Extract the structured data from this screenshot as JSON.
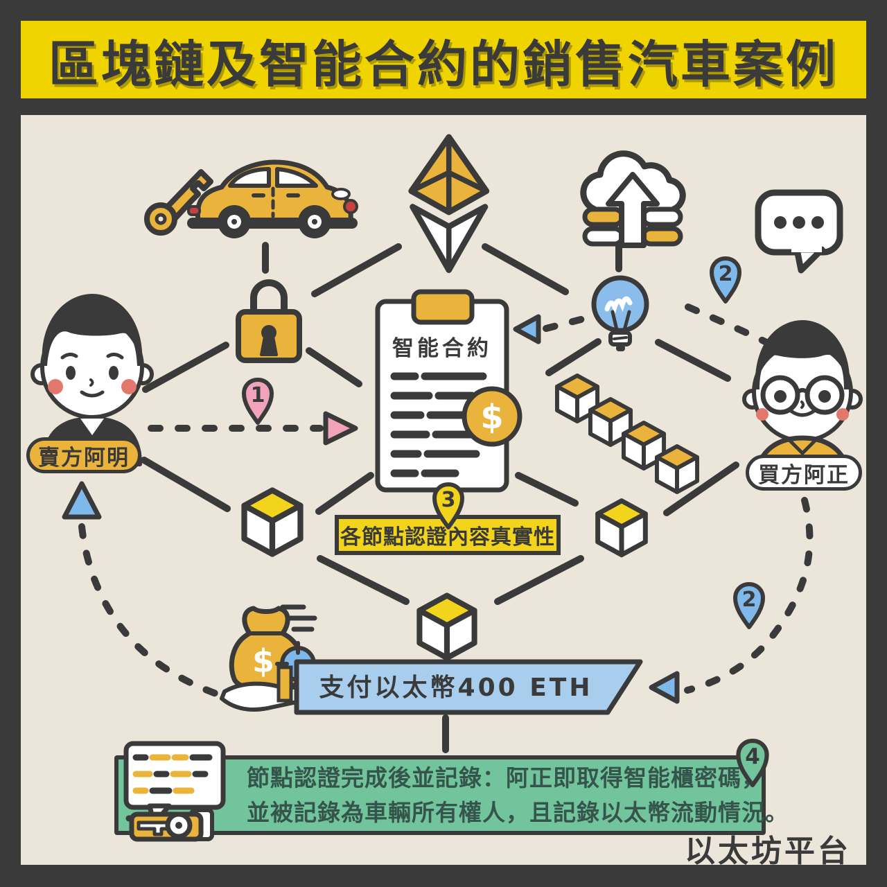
{
  "title": "區塊鏈及智能合約的銷售汽車案例",
  "footer": "以太坊平台",
  "seller": {
    "label": "賣方阿明"
  },
  "buyer": {
    "label": "買方阿正"
  },
  "contract": {
    "title": "智能合約",
    "currency": "$"
  },
  "payment": {
    "label": "支付以太幣400 ETH"
  },
  "verify": {
    "label": "各節點認證內容真實性"
  },
  "note": {
    "line1": "節點認證完成後並記錄：阿正即取得智能櫃密碼，",
    "line2": "並被記錄為車輛所有權人，且記錄以太幣流動情況。"
  },
  "markers": {
    "m1": "1",
    "m2a": "2",
    "m2b": "2",
    "m3": "3",
    "m4": "4"
  },
  "money": {
    "currency": "$"
  },
  "icons": {
    "key-icon": "car key",
    "car-icon": "yellow beetle car",
    "ethereum-icon": "ethereum diamond logo",
    "cloud-upload-icon": "cloud with upload arrow and data bars",
    "chat-bubble-icon": "speech bubble with three dots",
    "lock-icon": "padlock",
    "lightbulb-icon": "idea lightbulb",
    "blockchain-cubes-icon": "chain of four blocks",
    "block-cube-icon": "single block node",
    "money-bag-icon": "money bag on hand with target",
    "record-key-icon": "record sheet with smart-locker key"
  },
  "colors": {
    "ink": "#3A3A3A",
    "paper": "#ECE5D9",
    "banner_yellow": "#F0D400",
    "amber": "#EAB33C",
    "bright_yellow": "#F2D41C",
    "blue": "#7FB8EA",
    "bulb_blue": "#8ABDEC",
    "light_blue": "#A9CDEC",
    "pink": "#F0A3BB",
    "green": "#72C49C",
    "red": "#C94040",
    "blush": "#E4776B"
  }
}
